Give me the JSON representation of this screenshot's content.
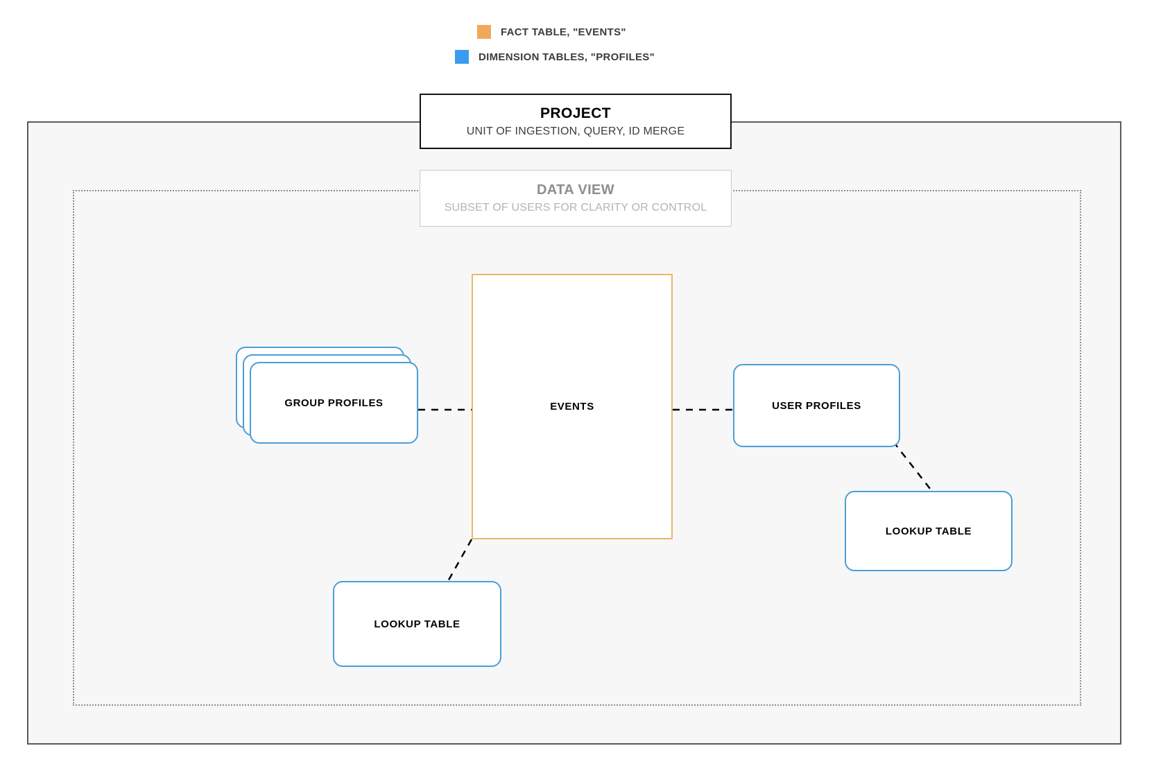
{
  "legend": {
    "items": [
      {
        "id": "fact",
        "label": "FACT TABLE, \"EVENTS\"",
        "color": "#f0a95c",
        "swatch_icon": "legend-color-swatch"
      },
      {
        "id": "dimension",
        "label": "DIMENSION TABLES, \"PROFILES\"",
        "color": "#3a9bf0",
        "swatch_icon": "legend-color-swatch"
      }
    ]
  },
  "frames": {
    "project": {
      "title": "PROJECT",
      "subtitle": "UNIT OF INGESTION, QUERY, ID MERGE",
      "border_color": "#111111",
      "background": "#f7f7f7"
    },
    "data_view": {
      "title": "DATA VIEW",
      "subtitle": "SUBSET OF USERS FOR CLARITY OR CONTROL",
      "border_color": "#c9c9c9",
      "text_color": "#8d8d8d"
    }
  },
  "nodes": {
    "events": {
      "label": "EVENTS",
      "kind": "fact-table",
      "border_color": "#e8b76a"
    },
    "group_profiles": {
      "label": "GROUP PROFILES",
      "kind": "dimension-table",
      "border_color": "#4a9ed6",
      "stack_count": 3
    },
    "user_profiles": {
      "label": "USER PROFILES",
      "kind": "dimension-table",
      "border_color": "#4a9ed6"
    },
    "lookup_right": {
      "label": "LOOKUP TABLE",
      "kind": "dimension-table",
      "border_color": "#4a9ed6"
    },
    "lookup_bottom": {
      "label": "LOOKUP TABLE",
      "kind": "dimension-table",
      "border_color": "#4a9ed6"
    }
  },
  "connections": [
    {
      "from": "group_profiles",
      "to": "events",
      "style": "dashed"
    },
    {
      "from": "events",
      "to": "user_profiles",
      "style": "dashed"
    },
    {
      "from": "user_profiles",
      "to": "lookup_right",
      "style": "dashed"
    },
    {
      "from": "events",
      "to": "lookup_bottom",
      "style": "dashed"
    }
  ]
}
